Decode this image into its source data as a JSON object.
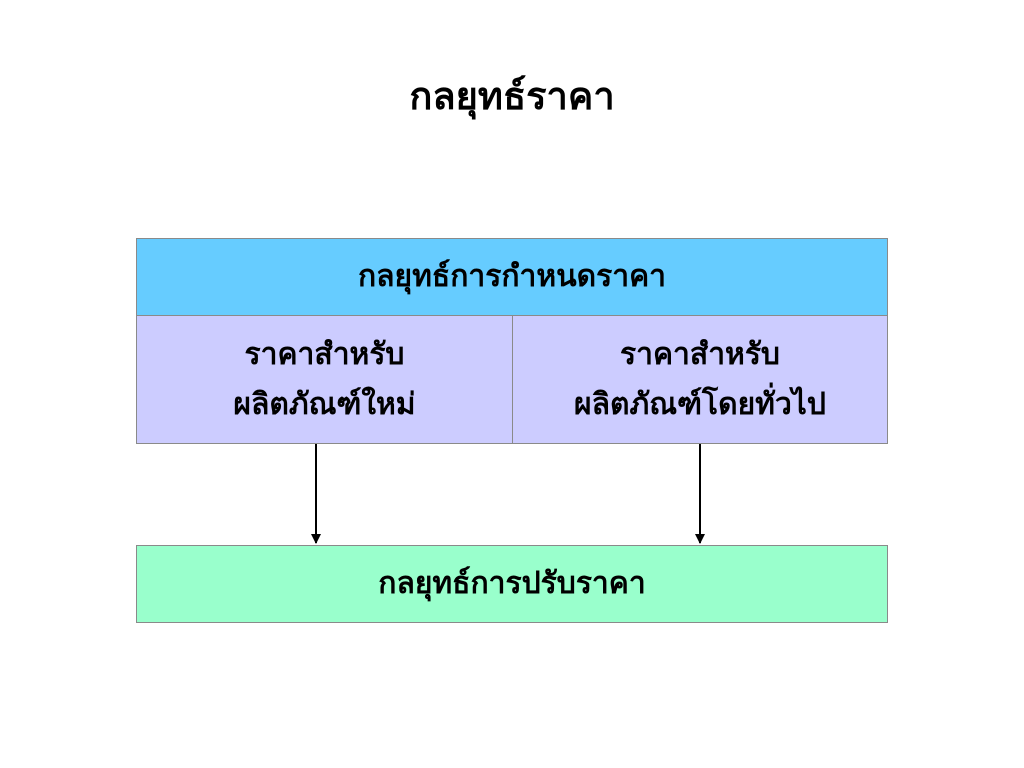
{
  "title": "กลยุทธ์ราคา",
  "boxes": {
    "top": {
      "label": "กลยุทธ์การกำหนดราคา",
      "color": "#66ccff"
    },
    "left": {
      "line1": "ราคาสำหรับ",
      "line2": "ผลิตภัณฑ์ใหม่",
      "color": "#ccccff"
    },
    "right": {
      "line1": "ราคาสำหรับ",
      "line2": "ผลิตภัณฑ์โดยทั่วไป",
      "color": "#ccccff"
    },
    "bottom": {
      "label": "กลยุทธ์การปรับราคา",
      "color": "#99ffcc"
    }
  }
}
